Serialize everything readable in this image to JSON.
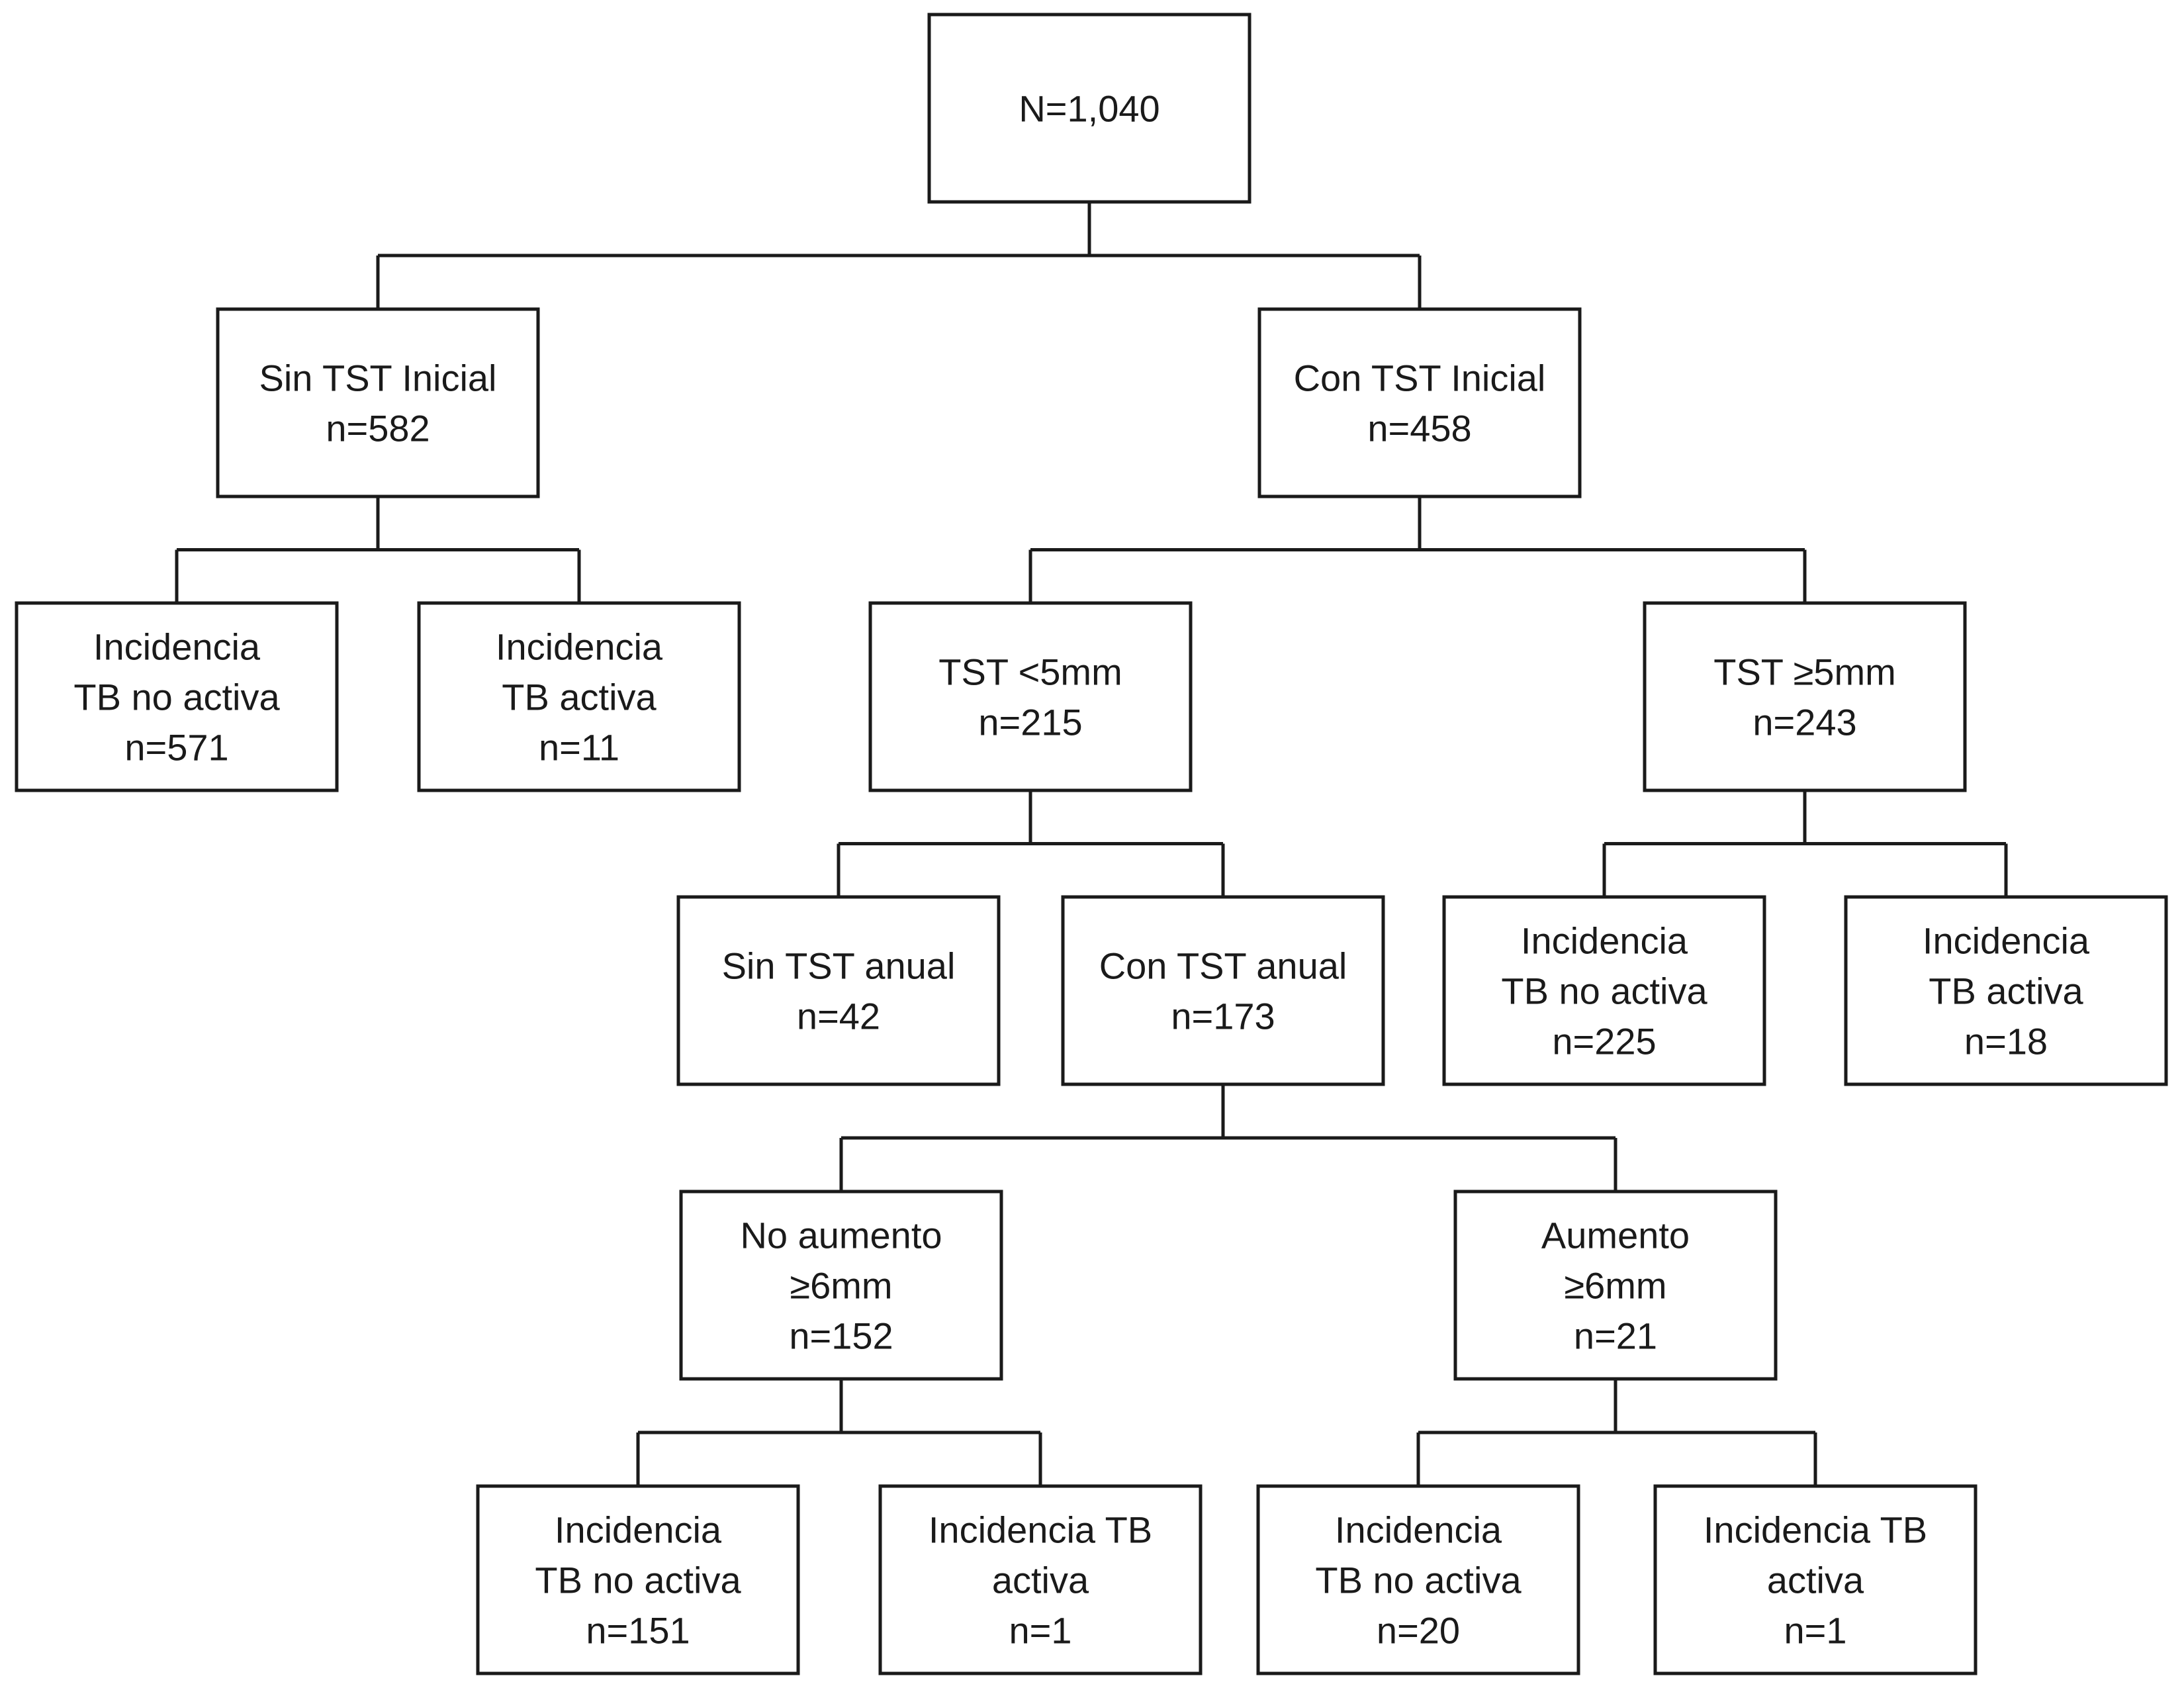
{
  "diagram": {
    "type": "tree",
    "nodes": [
      {
        "id": "root",
        "lines": [
          "N=1,040"
        ]
      },
      {
        "id": "sin-tst-inicial",
        "lines": [
          "Sin TST Inicial",
          "n=582"
        ]
      },
      {
        "id": "con-tst-inicial",
        "lines": [
          "Con TST Inicial",
          "n=458"
        ]
      },
      {
        "id": "sin-inicial-no-activa",
        "lines": [
          "Incidencia",
          "TB no activa",
          "n=571"
        ]
      },
      {
        "id": "sin-inicial-activa",
        "lines": [
          "Incidencia",
          "TB activa",
          "n=11"
        ]
      },
      {
        "id": "tst-menor-5mm",
        "lines": [
          "TST <5mm",
          "n=215"
        ]
      },
      {
        "id": "tst-mayor-5mm",
        "lines": [
          "TST ≥5mm",
          "n=243"
        ]
      },
      {
        "id": "sin-tst-anual",
        "lines": [
          "Sin TST anual",
          "n=42"
        ]
      },
      {
        "id": "con-tst-anual",
        "lines": [
          "Con TST anual",
          "n=173"
        ]
      },
      {
        "id": "mayor5-no-activa",
        "lines": [
          "Incidencia",
          "TB no activa",
          "n=225"
        ]
      },
      {
        "id": "mayor5-activa",
        "lines": [
          "Incidencia",
          "TB activa",
          "n=18"
        ]
      },
      {
        "id": "no-aumento-6mm",
        "lines": [
          "No aumento",
          "≥6mm",
          "n=152"
        ]
      },
      {
        "id": "aumento-6mm",
        "lines": [
          "Aumento",
          "≥6mm",
          "n=21"
        ]
      },
      {
        "id": "no-aumento-no-activa",
        "lines": [
          "Incidencia",
          "TB no activa",
          "n=151"
        ]
      },
      {
        "id": "no-aumento-activa",
        "lines": [
          "Incidencia TB",
          "activa",
          "n=1"
        ]
      },
      {
        "id": "aumento-no-activa",
        "lines": [
          "Incidencia",
          "TB no activa",
          "n=20"
        ]
      },
      {
        "id": "aumento-activa",
        "lines": [
          "Incidencia TB",
          "activa",
          "n=1"
        ]
      }
    ],
    "edges": [
      {
        "from": "root",
        "to": [
          "sin-tst-inicial",
          "con-tst-inicial"
        ]
      },
      {
        "from": "sin-tst-inicial",
        "to": [
          "sin-inicial-no-activa",
          "sin-inicial-activa"
        ]
      },
      {
        "from": "con-tst-inicial",
        "to": [
          "tst-menor-5mm",
          "tst-mayor-5mm"
        ]
      },
      {
        "from": "tst-menor-5mm",
        "to": [
          "sin-tst-anual",
          "con-tst-anual"
        ]
      },
      {
        "from": "tst-mayor-5mm",
        "to": [
          "mayor5-no-activa",
          "mayor5-activa"
        ]
      },
      {
        "from": "con-tst-anual",
        "to": [
          "no-aumento-6mm",
          "aumento-6mm"
        ]
      },
      {
        "from": "no-aumento-6mm",
        "to": [
          "no-aumento-no-activa",
          "no-aumento-activa"
        ]
      },
      {
        "from": "aumento-6mm",
        "to": [
          "aumento-no-activa",
          "aumento-activa"
        ]
      }
    ]
  }
}
